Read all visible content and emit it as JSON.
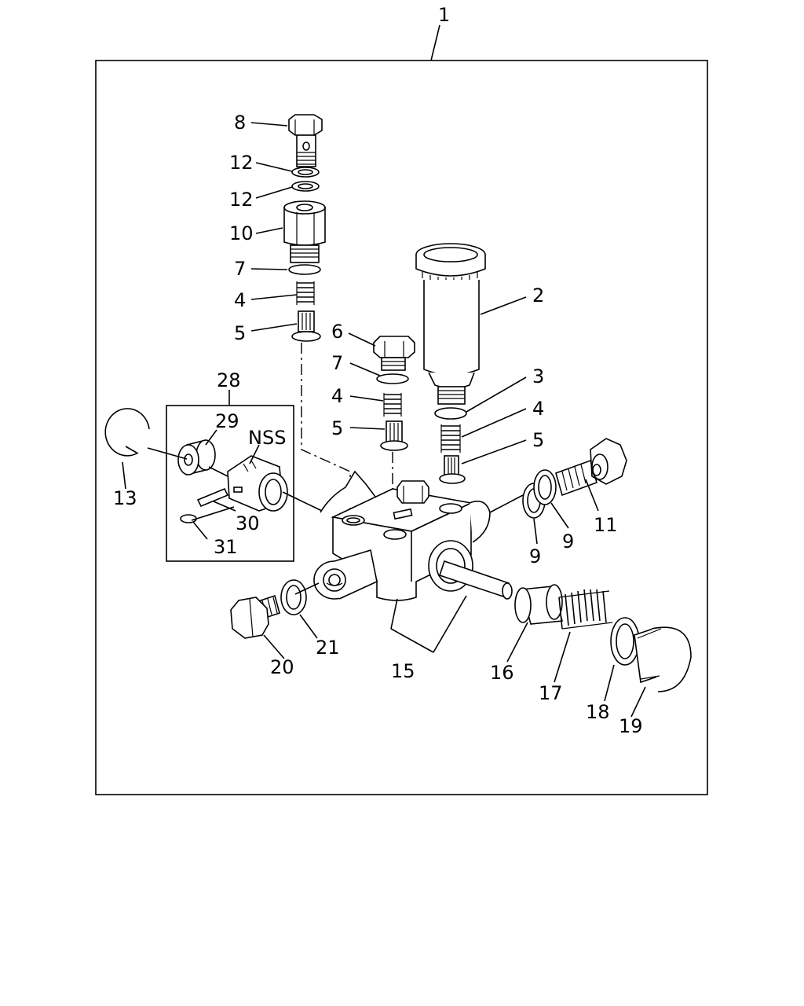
{
  "diagram": {
    "subassembly_label": "NSS",
    "callouts": [
      {
        "id": "c1",
        "text": "1"
      },
      {
        "id": "c8",
        "text": "8"
      },
      {
        "id": "c12a",
        "text": "12"
      },
      {
        "id": "c12b",
        "text": "12"
      },
      {
        "id": "c10",
        "text": "10"
      },
      {
        "id": "c7a",
        "text": "7"
      },
      {
        "id": "c4a",
        "text": "4"
      },
      {
        "id": "c5a",
        "text": "5"
      },
      {
        "id": "c2",
        "text": "2"
      },
      {
        "id": "c6",
        "text": "6"
      },
      {
        "id": "c7b",
        "text": "7"
      },
      {
        "id": "c4b",
        "text": "4"
      },
      {
        "id": "c5b",
        "text": "5"
      },
      {
        "id": "c3",
        "text": "3"
      },
      {
        "id": "c4c",
        "text": "4"
      },
      {
        "id": "c5c",
        "text": "5"
      },
      {
        "id": "c28",
        "text": "28"
      },
      {
        "id": "c29",
        "text": "29"
      },
      {
        "id": "c13",
        "text": "13"
      },
      {
        "id": "c30",
        "text": "30"
      },
      {
        "id": "c31",
        "text": "31"
      },
      {
        "id": "c9a",
        "text": "9"
      },
      {
        "id": "c9b",
        "text": "9"
      },
      {
        "id": "c11",
        "text": "11"
      },
      {
        "id": "c20",
        "text": "20"
      },
      {
        "id": "c21",
        "text": "21"
      },
      {
        "id": "c15",
        "text": "15"
      },
      {
        "id": "c16",
        "text": "16"
      },
      {
        "id": "c17",
        "text": "17"
      },
      {
        "id": "c18",
        "text": "18"
      },
      {
        "id": "c19",
        "text": "19"
      }
    ]
  }
}
